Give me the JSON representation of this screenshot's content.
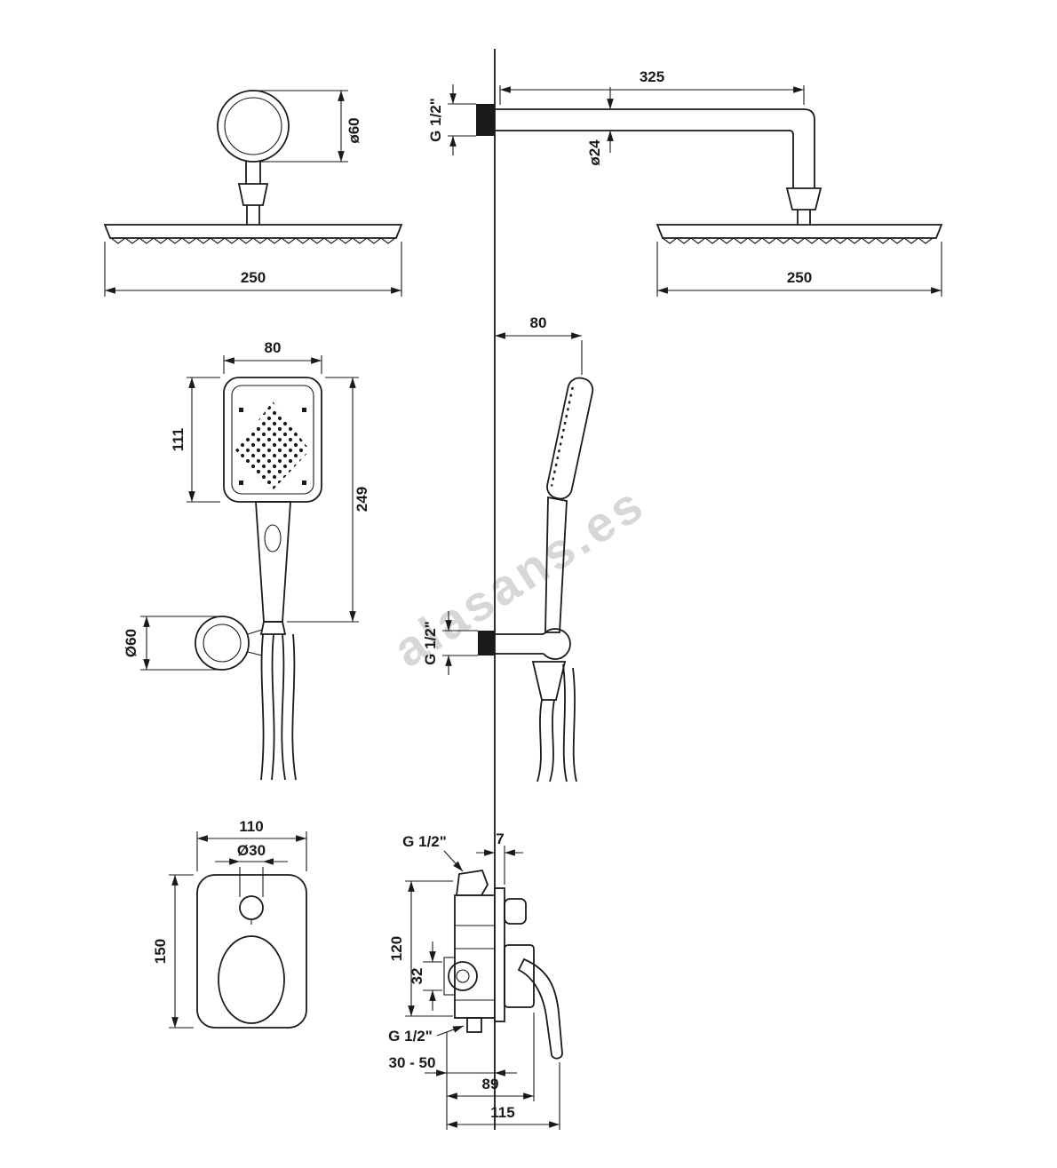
{
  "watermark": "alasans.es",
  "labels": {
    "overhead_mount_dia": "ø60",
    "overhead_front_width": "250",
    "arm_length": "325",
    "arm_thread": "G 1/2\"",
    "arm_pipe_dia": "ø24",
    "overhead_side_width": "250",
    "handshower_wall_offset": "80",
    "handshower_width": "80",
    "handshower_head_height": "111",
    "handshower_total_length": "249",
    "holder_dia": "Ø60",
    "holder_thread": "G 1/2\"",
    "mixer_plate_width": "110",
    "mixer_hole_dia": "Ø30",
    "mixer_plate_height": "150",
    "mixer_top_thread": "G 1/2\"",
    "mixer_plate_gap": "7",
    "mixer_body_height": "120",
    "mixer_outlet_offset": "32",
    "mixer_bottom_thread": "G 1/2\"",
    "mixer_wall_depth_range": "30 - 50",
    "mixer_depth_89": "89",
    "mixer_depth_115": "115"
  }
}
